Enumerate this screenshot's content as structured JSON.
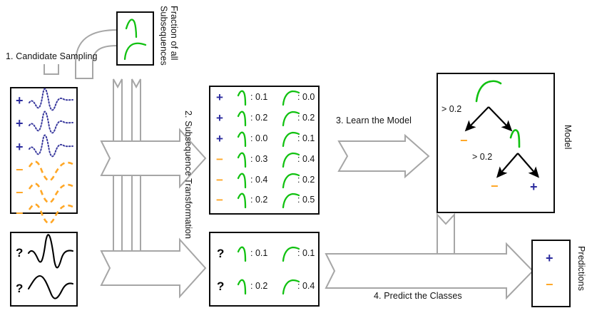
{
  "figure": {
    "title": "Shapelet transform classification pipeline",
    "colors": {
      "positive_class": "#2b2b9e",
      "negative_class": "#ffa726",
      "shapelet": "#11c111",
      "arrow": "#a6a6a6",
      "box_border": "#0b0b0b"
    }
  },
  "steps": {
    "step1": "1. Candidate Sampling",
    "step2": "2. Subsequence Transformation",
    "step3": "3. Learn the Model",
    "step4": "4. Predict the Classes"
  },
  "panels": {
    "candidates": {
      "label_line1": "Fraction of all",
      "label_line2": "Subsequences",
      "shapelets": [
        "peak-drop-shapelet",
        "rise-plateau-shapelet"
      ]
    },
    "training_series": {
      "rows": [
        {
          "class": "+",
          "style": "dotted-blue"
        },
        {
          "class": "+",
          "style": "dotted-blue"
        },
        {
          "class": "+",
          "style": "dotted-blue"
        },
        {
          "class": "−",
          "style": "dashed-orange"
        },
        {
          "class": "−",
          "style": "dashed-orange"
        },
        {
          "class": "−",
          "style": "dashed-orange"
        }
      ]
    },
    "test_series": {
      "rows": [
        {
          "class": "?",
          "style": "solid-black"
        },
        {
          "class": "?",
          "style": "solid-black"
        }
      ]
    },
    "train_transform": {
      "rows": [
        {
          "class": "+",
          "f1": ": 0.1",
          "f2": ": 0.0"
        },
        {
          "class": "+",
          "f1": ": 0.2",
          "f2": ": 0.2"
        },
        {
          "class": "+",
          "f1": ": 0.0",
          "f2": ": 0.1"
        },
        {
          "class": "−",
          "f1": ": 0.3",
          "f2": ": 0.4"
        },
        {
          "class": "−",
          "f1": ": 0.4",
          "f2": ": 0.2"
        },
        {
          "class": "−",
          "f1": ": 0.2",
          "f2": ": 0.5"
        }
      ]
    },
    "test_transform": {
      "rows": [
        {
          "class": "?",
          "f1": ": 0.1",
          "f2": ": 0.1"
        },
        {
          "class": "?",
          "f1": ": 0.2",
          "f2": ": 0.4"
        }
      ]
    },
    "model": {
      "label": "Model",
      "root_shapelet": "rise-plateau-shapelet",
      "root_threshold": "> 0.2",
      "root_left_leaf": "−",
      "child_shapelet": "peak-drop-shapelet",
      "child_threshold": "> 0.2",
      "child_left_leaf": "−",
      "child_right_leaf": "+"
    },
    "predictions": {
      "label": "Predictions",
      "rows": [
        "+",
        "−"
      ]
    }
  }
}
